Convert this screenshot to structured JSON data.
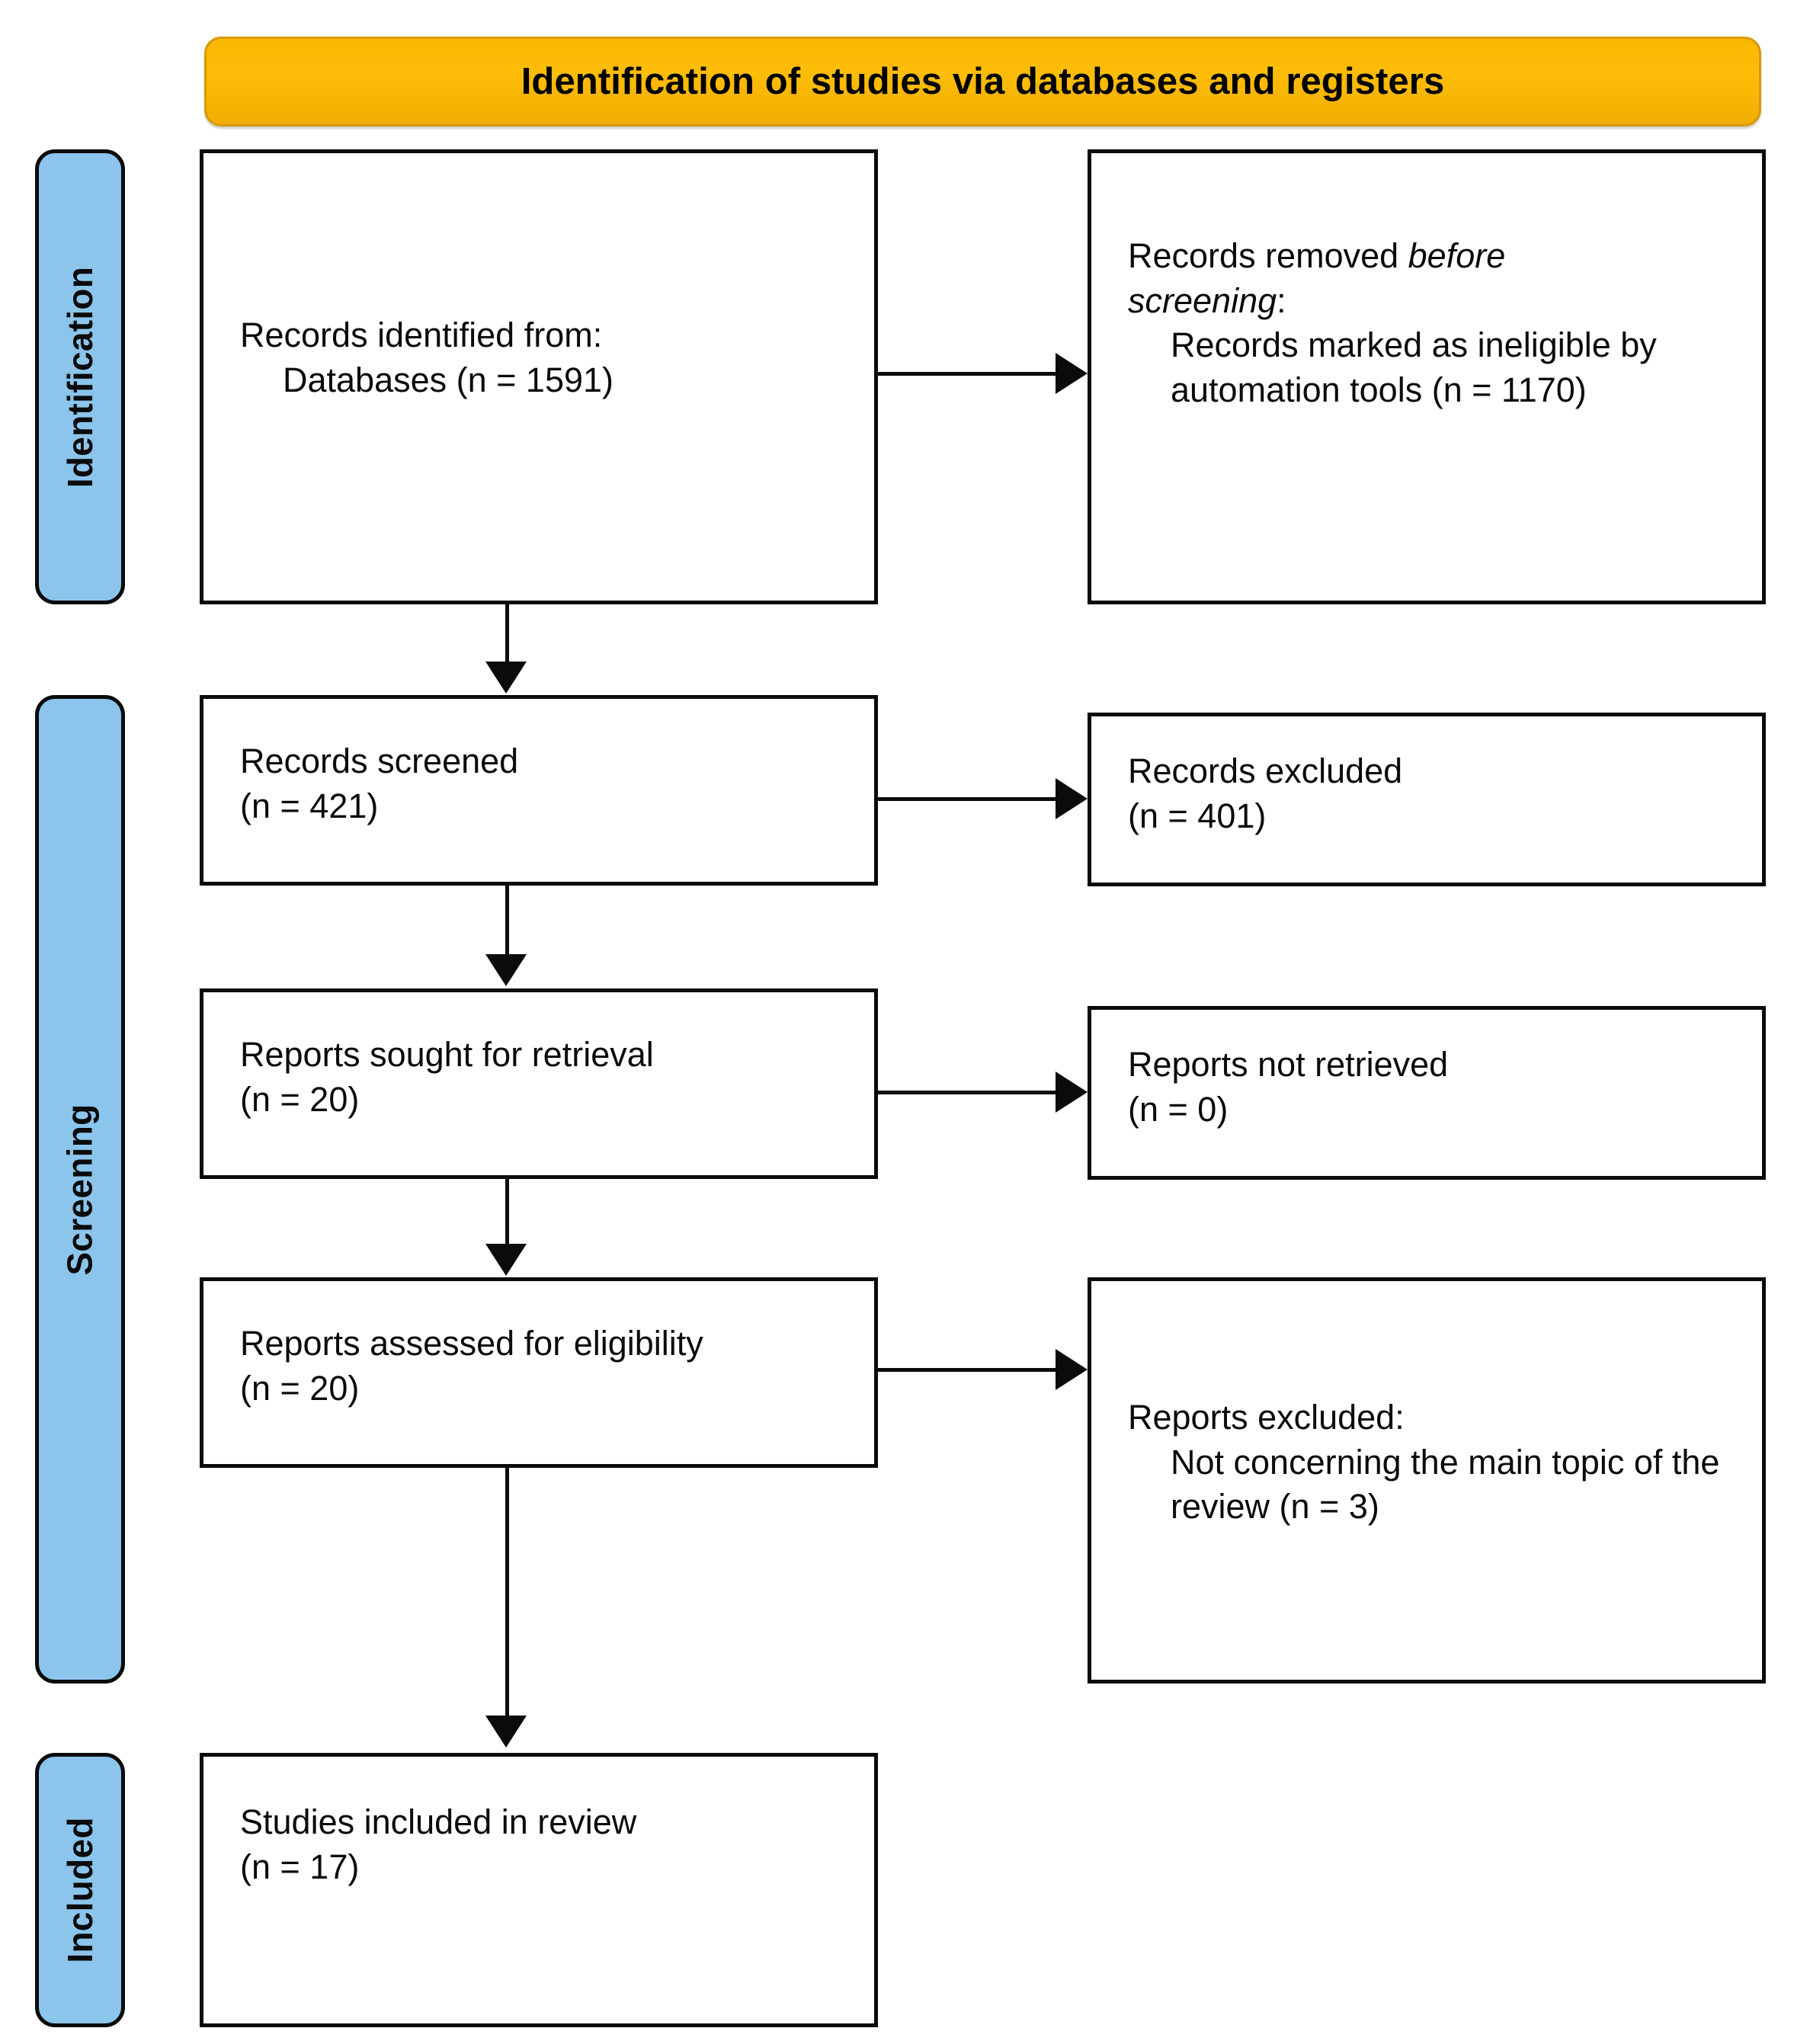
{
  "header": {
    "title": "Identification of studies via databases and registers",
    "background_color": "#FBB702",
    "border_color": "#D79A05",
    "text_color": "#000000"
  },
  "phases": {
    "accent_color": "#8BC5EC",
    "border_color": "#0B0B0B",
    "items": [
      {
        "label": "Identification"
      },
      {
        "label": "Screening"
      },
      {
        "label": "Included"
      }
    ]
  },
  "boxes": {
    "records_identified": {
      "line1": "Records identified from:",
      "line2": "Databases (n = 1591)",
      "count": 1591
    },
    "records_removed": {
      "line1_prefix": "Records removed ",
      "line1_emphasis": "before",
      "line2_emphasis": "screening",
      "line2_suffix": ":",
      "line3": "Records marked as ineligible by automation tools (n = 1170)",
      "count": 1170
    },
    "records_screened": {
      "line1": "Records screened",
      "line2": "(n = 421)",
      "count": 421
    },
    "records_excluded": {
      "line1": "Records excluded",
      "line2": "(n = 401)",
      "count": 401
    },
    "reports_sought": {
      "line1": "Reports sought for retrieval",
      "line2": "(n = 20)",
      "count": 20
    },
    "reports_not_retrieved": {
      "line1": "Reports not retrieved",
      "line2": "(n = 0)",
      "count": 0
    },
    "reports_assessed": {
      "line1": "Reports assessed for eligibility",
      "line2": "(n = 20)",
      "count": 20
    },
    "reports_excluded": {
      "line1": "Reports excluded:",
      "line2": "Not concerning the main topic of the review (n = 3)",
      "count": 3
    },
    "studies_included": {
      "line1": "Studies included in review",
      "line2": "(n = 17)",
      "count": 17
    }
  },
  "connectors": {
    "line_color": "#0B0B0B",
    "flows": [
      {
        "from": "records_identified",
        "to": "records_removed",
        "direction": "right"
      },
      {
        "from": "records_identified",
        "to": "records_screened",
        "direction": "down"
      },
      {
        "from": "records_screened",
        "to": "records_excluded",
        "direction": "right"
      },
      {
        "from": "records_screened",
        "to": "reports_sought",
        "direction": "down"
      },
      {
        "from": "reports_sought",
        "to": "reports_not_retrieved",
        "direction": "right"
      },
      {
        "from": "reports_sought",
        "to": "reports_assessed",
        "direction": "down"
      },
      {
        "from": "reports_assessed",
        "to": "reports_excluded",
        "direction": "right"
      },
      {
        "from": "reports_assessed",
        "to": "studies_included",
        "direction": "down"
      }
    ]
  }
}
